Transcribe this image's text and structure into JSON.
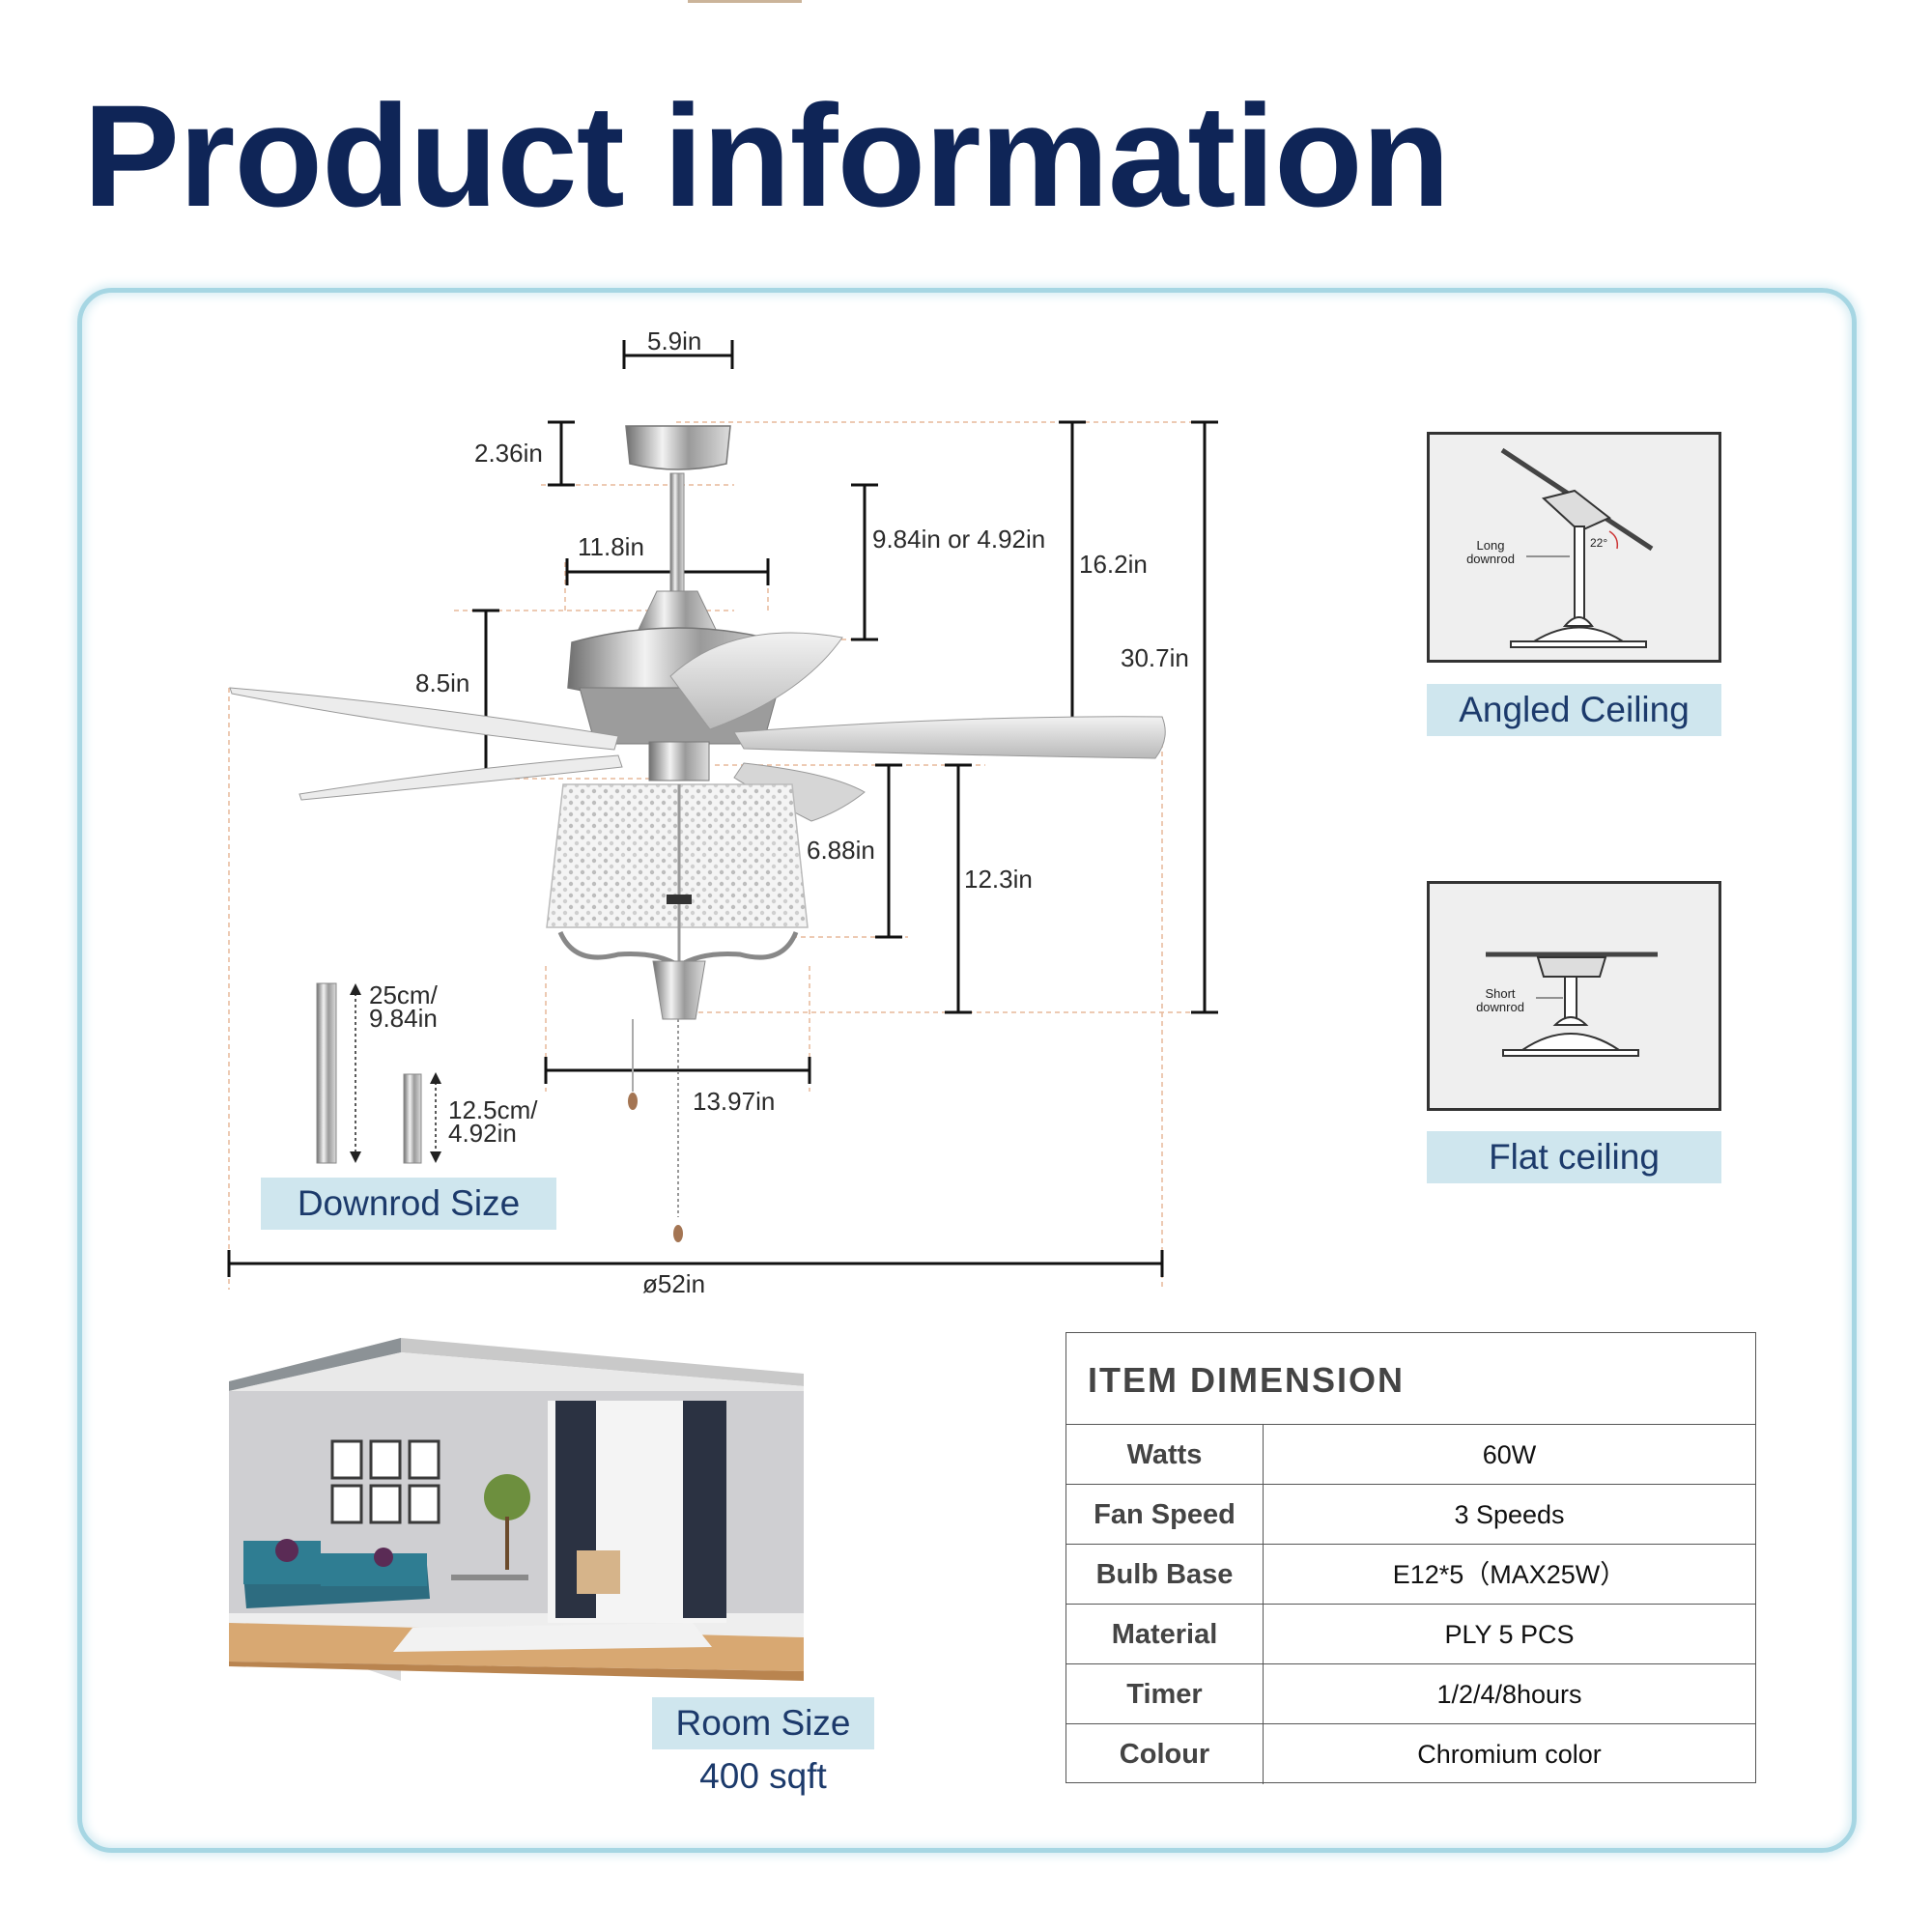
{
  "page": {
    "title": "Product information"
  },
  "diagram": {
    "dimensions": {
      "canopy_width": "5.9in",
      "canopy_height": "2.36in",
      "downrod": "9.84in or 4.92in",
      "motor_width": "11.8in",
      "ceiling_to_blade": "16.2in",
      "overall_height": "30.7in",
      "motor_height": "8.5in",
      "light_kit_height": "6.88in",
      "blade_to_bottom": "12.3in",
      "light_kit_width": "13.97in",
      "blade_span": "ø52in"
    },
    "downrods": {
      "long_line1": "25cm/",
      "long_line2": "9.84in",
      "short_line1": "12.5cm/",
      "short_line2": "4.92in",
      "label": "Downrod Size"
    }
  },
  "ceilings": {
    "angled": {
      "label": "Angled Ceiling",
      "note_line1": "Long",
      "note_line2": "downrod",
      "angle": "22°"
    },
    "flat": {
      "label": "Flat ceiling",
      "note_line1": "Short",
      "note_line2": "downrod"
    }
  },
  "room": {
    "label": "Room Size",
    "value": "400 sqft"
  },
  "spec_table": {
    "title": "ITEM DIMENSION",
    "rows": [
      {
        "label": "Watts",
        "value": "60W"
      },
      {
        "label": "Fan Speed",
        "value": "3 Speeds"
      },
      {
        "label": "Bulb Base",
        "value": "E12*5（MAX25W）"
      },
      {
        "label": "Material",
        "value": "PLY 5 PCS"
      },
      {
        "label": "Timer",
        "value": "1/2/4/8hours"
      },
      {
        "label": "Colour",
        "value": "Chromium color"
      }
    ]
  },
  "colors": {
    "title": "#0f2557",
    "panel_border": "#a6d6e3",
    "label_bg": "#cfe6ee",
    "label_text": "#1c3a6b"
  }
}
